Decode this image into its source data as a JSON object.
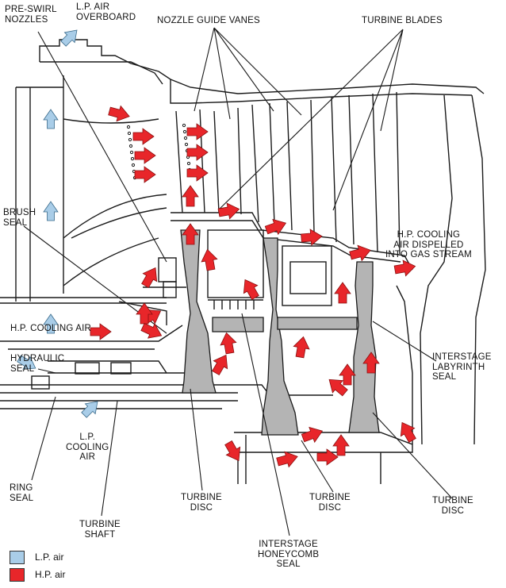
{
  "labels": {
    "pre_swirl": "PRE-SWIRL\nNOZZLES",
    "lp_overboard": "L.P. AIR\nOVERBOARD",
    "nozzle_guide_vanes": "NOZZLE GUIDE VANES",
    "turbine_blades": "TURBINE BLADES",
    "brush_seal": "BRUSH\nSEAL",
    "hp_cooling_dispelled": "H.P. COOLING\nAIR DISPELLED\nINTO GAS STREAM",
    "hp_cooling_air": "H.P. COOLING AIR",
    "hydraulic_seal": "HYDRAULIC\nSEAL",
    "interstage_labyrinth": "INTERSTAGE\nLABYRINTH\nSEAL",
    "lp_cooling_air": "L.P.\nCOOLING\nAIR",
    "ring_seal": "RING\nSEAL",
    "turbine_disc_1": "TURBINE\nDISC",
    "turbine_disc_2": "TURBINE\nDISC",
    "turbine_disc_3": "TURBINE\nDISC",
    "turbine_shaft": "TURBINE\nSHAFT",
    "interstage_honeycomb": "INTERSTAGE\nHONEYCOMB\nSEAL"
  },
  "legend": {
    "lp_label": "L.P. air",
    "hp_label": "H.P. air",
    "lp_color": "#a9cde8",
    "hp_color": "#e8262a"
  }
}
